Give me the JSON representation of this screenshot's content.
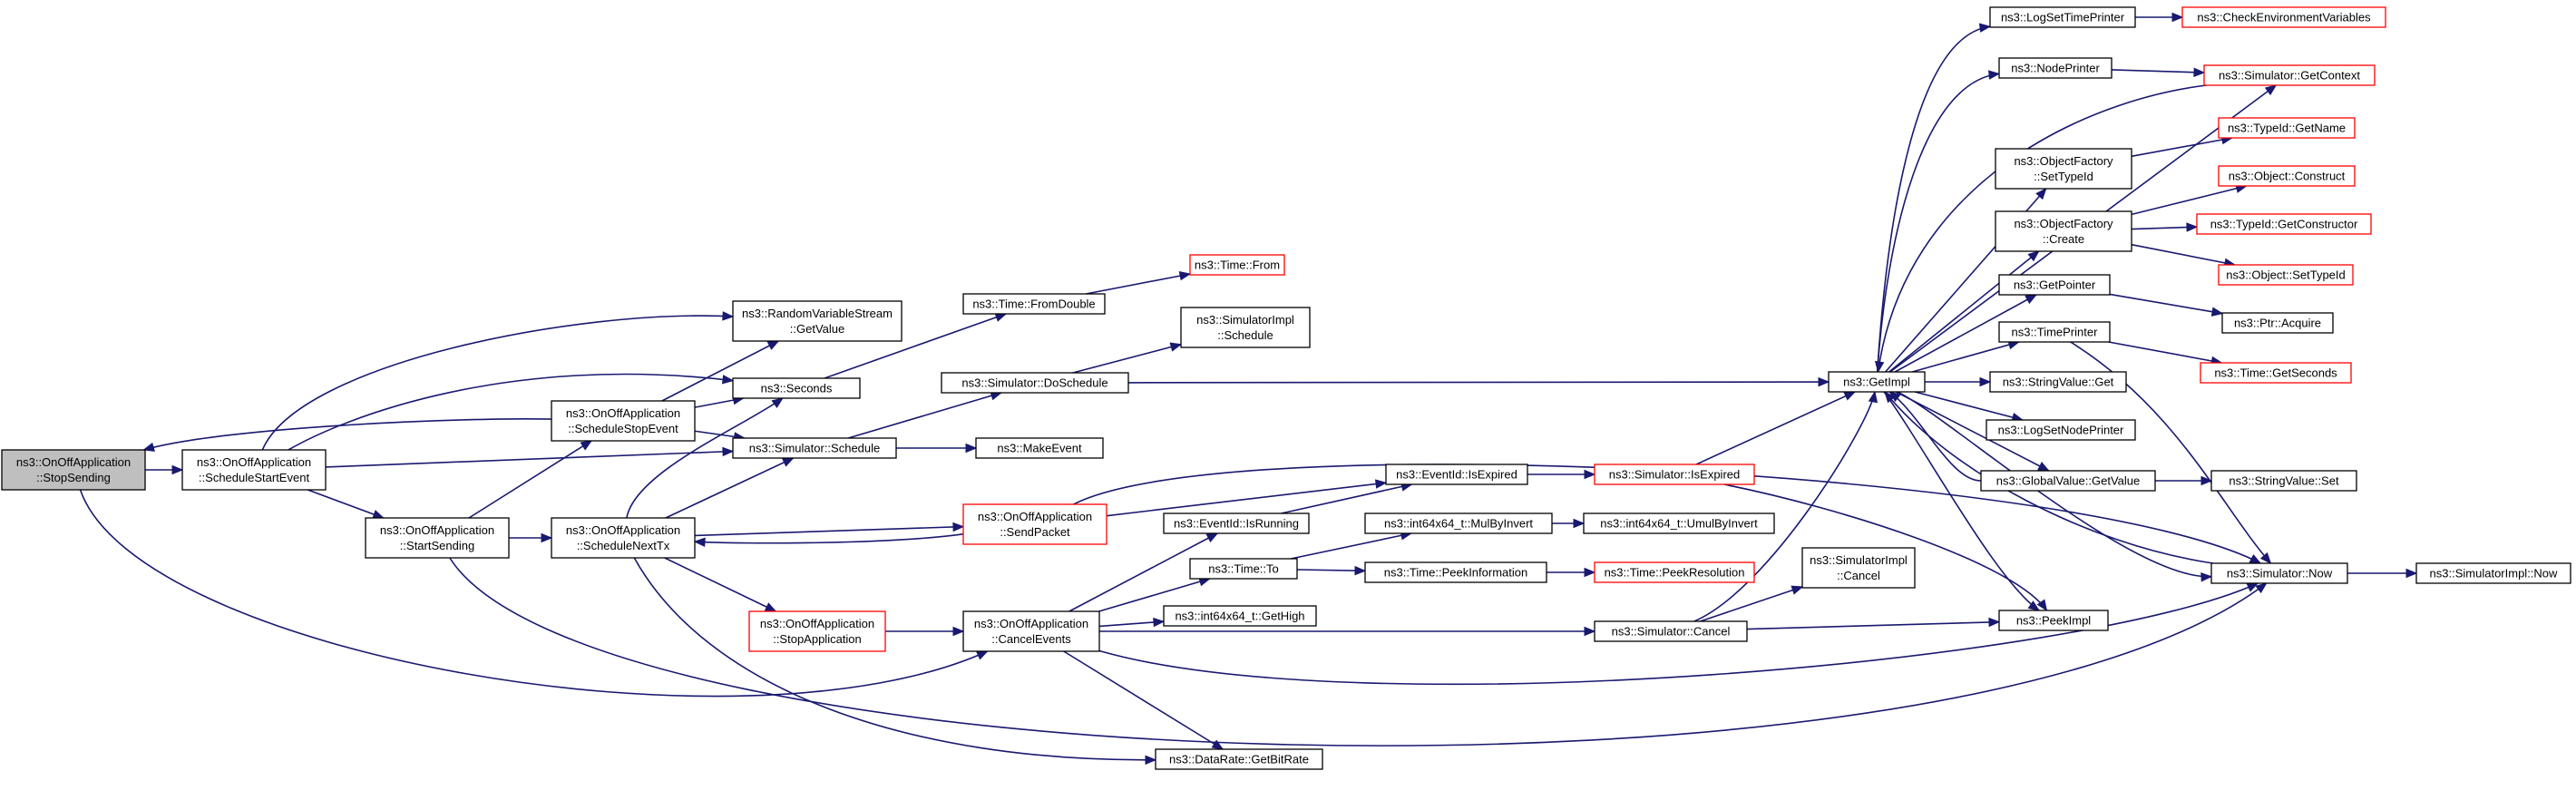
{
  "nodes": [
    {
      "id": "stopsending",
      "lines": [
        "ns3::OnOffApplication",
        "::StopSending"
      ],
      "style": "root"
    },
    {
      "id": "schedstart",
      "lines": [
        "ns3::OnOffApplication",
        "::ScheduleStartEvent"
      ],
      "style": "normal"
    },
    {
      "id": "randvar",
      "lines": [
        "ns3::RandomVariableStream",
        "::GetValue"
      ],
      "style": "normal"
    },
    {
      "id": "seconds",
      "lines": [
        "ns3::Seconds"
      ],
      "style": "normal"
    },
    {
      "id": "schedstop",
      "lines": [
        "ns3::OnOffApplication",
        "::ScheduleStopEvent"
      ],
      "style": "normal"
    },
    {
      "id": "simschedule",
      "lines": [
        "ns3::Simulator::Schedule"
      ],
      "style": "normal"
    },
    {
      "id": "startsending",
      "lines": [
        "ns3::OnOffApplication",
        "::StartSending"
      ],
      "style": "normal"
    },
    {
      "id": "schednexttx",
      "lines": [
        "ns3::OnOffApplication",
        "::ScheduleNextTx"
      ],
      "style": "normal"
    },
    {
      "id": "stopapp",
      "lines": [
        "ns3::OnOffApplication",
        "::StopApplication"
      ],
      "style": "red"
    },
    {
      "id": "sendpacket",
      "lines": [
        "ns3::OnOffApplication",
        "::SendPacket"
      ],
      "style": "red"
    },
    {
      "id": "cancelevents",
      "lines": [
        "ns3::OnOffApplication",
        "::CancelEvents"
      ],
      "style": "normal"
    },
    {
      "id": "timefromdouble",
      "lines": [
        "ns3::Time::FromDouble"
      ],
      "style": "normal"
    },
    {
      "id": "timefrom",
      "lines": [
        "ns3::Time::From"
      ],
      "style": "red"
    },
    {
      "id": "simdoschedule",
      "lines": [
        "ns3::Simulator::DoSchedule"
      ],
      "style": "normal"
    },
    {
      "id": "simimplschedule",
      "lines": [
        "ns3::SimulatorImpl",
        "::Schedule"
      ],
      "style": "normal"
    },
    {
      "id": "makeevent",
      "lines": [
        "ns3::MakeEvent"
      ],
      "style": "normal"
    },
    {
      "id": "eventisrunning",
      "lines": [
        "ns3::EventId::IsRunning"
      ],
      "style": "normal"
    },
    {
      "id": "eventisexpired",
      "lines": [
        "ns3::EventId::IsExpired"
      ],
      "style": "normal"
    },
    {
      "id": "timeto",
      "lines": [
        "ns3::Time::To"
      ],
      "style": "normal"
    },
    {
      "id": "gethigh",
      "lines": [
        "ns3::int64x64_t::GetHigh"
      ],
      "style": "normal"
    },
    {
      "id": "getbitrate",
      "lines": [
        "ns3::DataRate::GetBitRate"
      ],
      "style": "normal"
    },
    {
      "id": "mulbyinvert",
      "lines": [
        "ns3::int64x64_t::MulByInvert"
      ],
      "style": "normal"
    },
    {
      "id": "umulbyinvert",
      "lines": [
        "ns3::int64x64_t::UmulByInvert"
      ],
      "style": "normal"
    },
    {
      "id": "peekinfo",
      "lines": [
        "ns3::Time::PeekInformation"
      ],
      "style": "normal"
    },
    {
      "id": "peekres",
      "lines": [
        "ns3::Time::PeekResolution"
      ],
      "style": "red"
    },
    {
      "id": "simisexpired",
      "lines": [
        "ns3::Simulator::IsExpired"
      ],
      "style": "red"
    },
    {
      "id": "simcancel",
      "lines": [
        "ns3::Simulator::Cancel"
      ],
      "style": "normal"
    },
    {
      "id": "simimplcancel",
      "lines": [
        "ns3::SimulatorImpl",
        "::Cancel"
      ],
      "style": "normal"
    },
    {
      "id": "getimpl",
      "lines": [
        "ns3::GetImpl"
      ],
      "style": "normal"
    },
    {
      "id": "peekimpl",
      "lines": [
        "ns3::PeekImpl"
      ],
      "style": "normal"
    },
    {
      "id": "logsettimeprinter",
      "lines": [
        "ns3::LogSetTimePrinter"
      ],
      "style": "normal"
    },
    {
      "id": "nodeprinter",
      "lines": [
        "ns3::NodePrinter"
      ],
      "style": "normal"
    },
    {
      "id": "objfactsettypeid",
      "lines": [
        "ns3::ObjectFactory",
        "::SetTypeId"
      ],
      "style": "normal"
    },
    {
      "id": "objfactcreate",
      "lines": [
        "ns3::ObjectFactory",
        "::Create"
      ],
      "style": "normal"
    },
    {
      "id": "getpointer",
      "lines": [
        "ns3::GetPointer"
      ],
      "style": "normal"
    },
    {
      "id": "timeprinter",
      "lines": [
        "ns3::TimePrinter"
      ],
      "style": "normal"
    },
    {
      "id": "stringvalueget",
      "lines": [
        "ns3::StringValue::Get"
      ],
      "style": "normal"
    },
    {
      "id": "logsetnodeprinter",
      "lines": [
        "ns3::LogSetNodePrinter"
      ],
      "style": "normal"
    },
    {
      "id": "globalvalueget",
      "lines": [
        "ns3::GlobalValue::GetValue"
      ],
      "style": "normal"
    },
    {
      "id": "simnow",
      "lines": [
        "ns3::Simulator::Now"
      ],
      "style": "normal"
    },
    {
      "id": "checkenv",
      "lines": [
        "ns3::CheckEnvironmentVariables"
      ],
      "style": "red"
    },
    {
      "id": "simgetcontext",
      "lines": [
        "ns3::Simulator::GetContext"
      ],
      "style": "red"
    },
    {
      "id": "typeidgetname",
      "lines": [
        "ns3::TypeId::GetName"
      ],
      "style": "red"
    },
    {
      "id": "objconstruct",
      "lines": [
        "ns3::Object::Construct"
      ],
      "style": "red"
    },
    {
      "id": "typeidgetctor",
      "lines": [
        "ns3::TypeId::GetConstructor"
      ],
      "style": "red"
    },
    {
      "id": "objsettypeid",
      "lines": [
        "ns3::Object::SetTypeId"
      ],
      "style": "red"
    },
    {
      "id": "ptracquire",
      "lines": [
        "ns3::Ptr::Acquire"
      ],
      "style": "normal"
    },
    {
      "id": "timegetseconds",
      "lines": [
        "ns3::Time::GetSeconds"
      ],
      "style": "red"
    },
    {
      "id": "stringvalueset",
      "lines": [
        "ns3::StringValue::Set"
      ],
      "style": "normal"
    },
    {
      "id": "simimplnow",
      "lines": [
        "ns3::SimulatorImpl::Now"
      ],
      "style": "normal"
    }
  ],
  "edges": [
    [
      "stopsending",
      "schedstart"
    ],
    [
      "stopsending",
      "cancelevents"
    ],
    [
      "schedstart",
      "randvar"
    ],
    [
      "schedstart",
      "seconds"
    ],
    [
      "schedstart",
      "simschedule"
    ],
    [
      "schedstart",
      "startsending"
    ],
    [
      "schedstop",
      "randvar"
    ],
    [
      "schedstop",
      "seconds"
    ],
    [
      "schedstop",
      "simschedule"
    ],
    [
      "schedstop",
      "stopsending"
    ],
    [
      "startsending",
      "schedstop"
    ],
    [
      "startsending",
      "schednexttx"
    ],
    [
      "startsending",
      "simnow"
    ],
    [
      "schednexttx",
      "seconds"
    ],
    [
      "schednexttx",
      "simschedule"
    ],
    [
      "schednexttx",
      "sendpacket"
    ],
    [
      "schednexttx",
      "stopapp"
    ],
    [
      "schednexttx",
      "getbitrate"
    ],
    [
      "sendpacket",
      "schednexttx"
    ],
    [
      "sendpacket",
      "eventisexpired"
    ],
    [
      "sendpacket",
      "simnow"
    ],
    [
      "stopapp",
      "cancelevents"
    ],
    [
      "seconds",
      "timefromdouble"
    ],
    [
      "timefromdouble",
      "timefrom"
    ],
    [
      "simschedule",
      "simdoschedule"
    ],
    [
      "simschedule",
      "makeevent"
    ],
    [
      "simdoschedule",
      "simimplschedule"
    ],
    [
      "simdoschedule",
      "getimpl"
    ],
    [
      "cancelevents",
      "eventisrunning"
    ],
    [
      "cancelevents",
      "timeto"
    ],
    [
      "cancelevents",
      "gethigh"
    ],
    [
      "cancelevents",
      "getbitrate"
    ],
    [
      "cancelevents",
      "simcancel"
    ],
    [
      "cancelevents",
      "simnow"
    ],
    [
      "eventisrunning",
      "eventisexpired"
    ],
    [
      "eventisexpired",
      "simisexpired"
    ],
    [
      "timeto",
      "mulbyinvert"
    ],
    [
      "timeto",
      "peekinfo"
    ],
    [
      "mulbyinvert",
      "umulbyinvert"
    ],
    [
      "peekinfo",
      "peekres"
    ],
    [
      "simisexpired",
      "getimpl"
    ],
    [
      "simisexpired",
      "peekimpl"
    ],
    [
      "simcancel",
      "simimplcancel"
    ],
    [
      "simcancel",
      "getimpl"
    ],
    [
      "simcancel",
      "peekimpl"
    ],
    [
      "getimpl",
      "logsettimeprinter"
    ],
    [
      "getimpl",
      "nodeprinter"
    ],
    [
      "getimpl",
      "objfactsettypeid"
    ],
    [
      "getimpl",
      "objfactcreate"
    ],
    [
      "getimpl",
      "getpointer"
    ],
    [
      "getimpl",
      "timeprinter"
    ],
    [
      "getimpl",
      "stringvalueget"
    ],
    [
      "getimpl",
      "logsetnodeprinter"
    ],
    [
      "getimpl",
      "globalvalueget"
    ],
    [
      "getimpl",
      "simnow"
    ],
    [
      "getimpl",
      "simgetcontext"
    ],
    [
      "getimpl",
      "peekimpl"
    ],
    [
      "logsettimeprinter",
      "checkenv"
    ],
    [
      "nodeprinter",
      "simgetcontext"
    ],
    [
      "simgetcontext",
      "getimpl"
    ],
    [
      "objfactsettypeid",
      "typeidgetname"
    ],
    [
      "objfactcreate",
      "objconstruct"
    ],
    [
      "objfactcreate",
      "typeidgetctor"
    ],
    [
      "objfactcreate",
      "objsettypeid"
    ],
    [
      "getpointer",
      "ptracquire"
    ],
    [
      "timeprinter",
      "timegetseconds"
    ],
    [
      "timeprinter",
      "simnow"
    ],
    [
      "globalvalueget",
      "stringvalueset"
    ],
    [
      "globalvalueget",
      "getimpl"
    ],
    [
      "simnow",
      "getimpl"
    ],
    [
      "simnow",
      "simimplnow"
    ]
  ]
}
